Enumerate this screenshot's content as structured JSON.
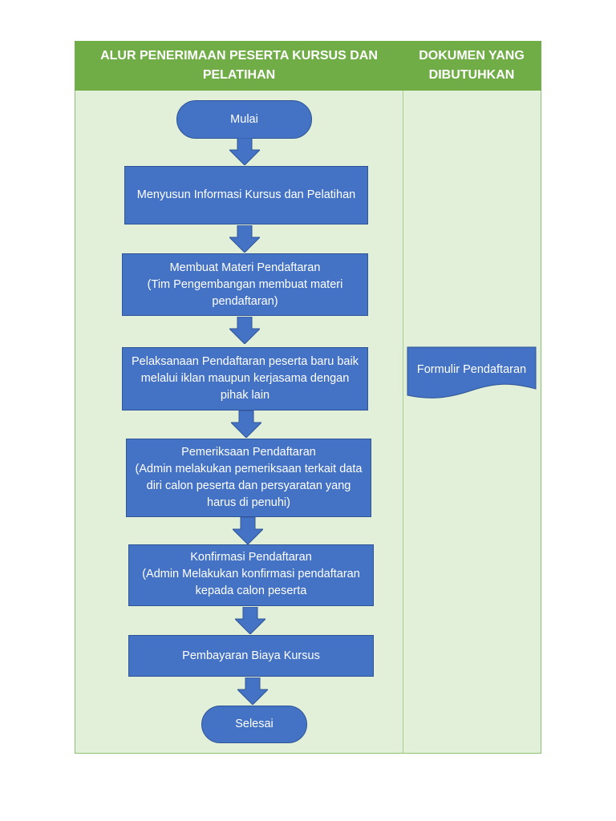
{
  "header": {
    "left_title": "ALUR PENERIMAAN PESERTA KURSUS DAN PELATIHAN",
    "right_title": "DOKUMEN YANG DIBUTUHKAN"
  },
  "flow": {
    "start": "Mulai",
    "step1": "Menyusun Informasi Kursus dan Pelatihan",
    "step2": "Membuat Materi Pendaftaran\n(Tim Pengembangan membuat materi pendaftaran)",
    "step3": "Pelaksanaan Pendaftaran peserta baru baik melalui iklan maupun kerjasama dengan pihak lain",
    "step4": "Pemeriksaan Pendaftaran\n(Admin melakukan pemeriksaan terkait data diri calon peserta dan persyaratan yang harus di penuhi)",
    "step5": "Konfirmasi Pendaftaran\n(Admin Melakukan konfirmasi pendaftaran kepada calon peserta",
    "step6": "Pembayaran Biaya Kursus",
    "end": "Selesai"
  },
  "documents": {
    "doc1": "Formulir Pendaftaran"
  },
  "colors": {
    "header_green": "#70ad47",
    "panel_green": "#e2efd9",
    "box_blue": "#4472c4",
    "box_border": "#2f5597"
  }
}
